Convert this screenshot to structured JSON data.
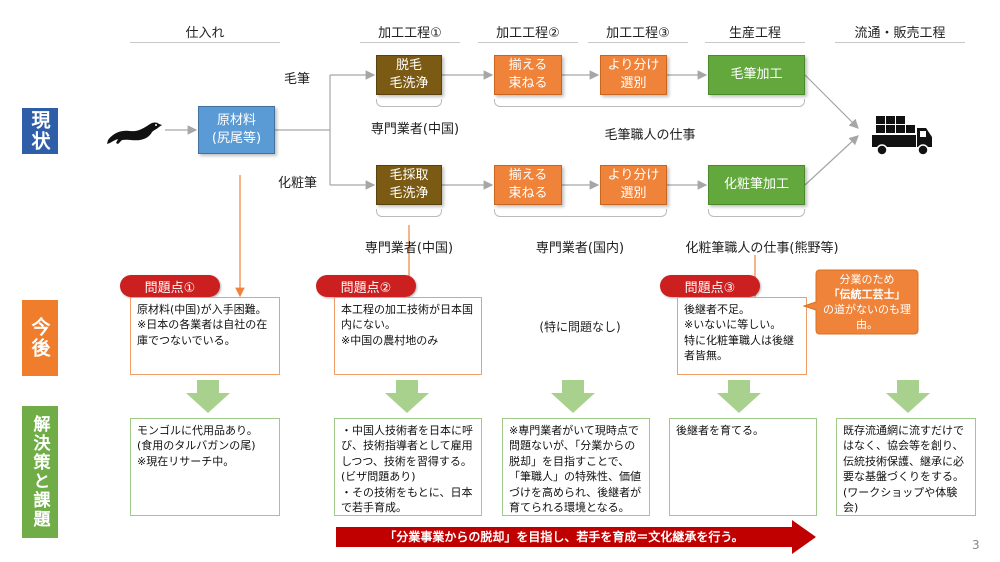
{
  "columns": {
    "shiire": "仕入れ",
    "kakou1": "加工工程①",
    "kakou2": "加工工程②",
    "kakou3": "加工工程③",
    "seisan": "生産工程",
    "ryutsu": "流通・販売工程"
  },
  "rows": {
    "genjo": "現状",
    "kongo": "今後",
    "kaiketsu": "解決策と課題"
  },
  "flow": {
    "raw": "原材料\n(尻尾等)",
    "fude_label": "毛筆",
    "kesho_label": "化粧筆",
    "datsumo": "脱毛\n毛洗浄",
    "kesaishu": "毛採取\n毛洗浄",
    "soroeru1": "揃える\n束ねる",
    "soroeru2": "揃える\n束ねる",
    "yoriwake1": "より分け\n選別",
    "yoriwake2": "より分け\n選別",
    "mohitsu": "毛筆加工",
    "keshofude": "化粧筆加工",
    "senmon_china1": "専門業者(中国)",
    "mohitsu_shigoto": "毛筆職人の仕事",
    "senmon_china2": "専門業者(中国)",
    "senmon_kokunai": "専門業者(国内)",
    "kesho_shigoto": "化粧筆職人の仕事(熊野等)"
  },
  "problems": {
    "p1_tag": "問題点①",
    "p1_text": "原材料(中国)が入手困難。\n※日本の各業者は自社の在庫でつないでいる。",
    "p2_tag": "問題点②",
    "p2_text": "本工程の加工技術が日本国内にない。\n※中国の農村地のみ",
    "none_text": "(特に問題なし)",
    "p3_tag": "問題点③",
    "p3_text": "後継者不足。\n※いないに等しい。\n特に化粧筆職人は後継者皆無。",
    "callout_line1": "分業のため",
    "callout_line2": "「伝統工芸士」",
    "callout_line3": "の道がないのも理由。"
  },
  "solutions": {
    "s1": "モンゴルに代用品あり。\n(食用のタルバガンの尾)\n※現在リサーチ中。",
    "s2": "・中国人技術者を日本に呼び、技術指導者として雇用しつつ、技術を習得する。\n(ビザ問題あり)\n・その技術をもとに、日本で若手育成。",
    "s3": "※専門業者がいて現時点で問題ないが、「分業からの脱却」を目指すことで、「筆職人」の特殊性、価値づけを高められ、後継者が育てられる環境となる。",
    "s4": "後継者を育てる。",
    "s5": "既存流通網に流すだけではなく、協会等を創り、伝統技術保護、継承に必要な基盤づくりをする。\n(ワークショップや体験会)"
  },
  "banner": "「分業事業からの脱却」を目指し、若手を育成＝文化継承を行う。",
  "page_number": "3",
  "colors": {
    "brown": "#7b5a14",
    "orange": "#f0833a",
    "green": "#62a83d",
    "blue_raw": "#5b9bd5",
    "side_blue": "#2e5ea8",
    "side_orange": "#ef7d2b",
    "side_green": "#70ad47",
    "red": "#c00000",
    "arrow_green": "#a9d18e"
  },
  "icons": {
    "animal": "weasel-icon",
    "truck": "delivery-truck-icon"
  }
}
